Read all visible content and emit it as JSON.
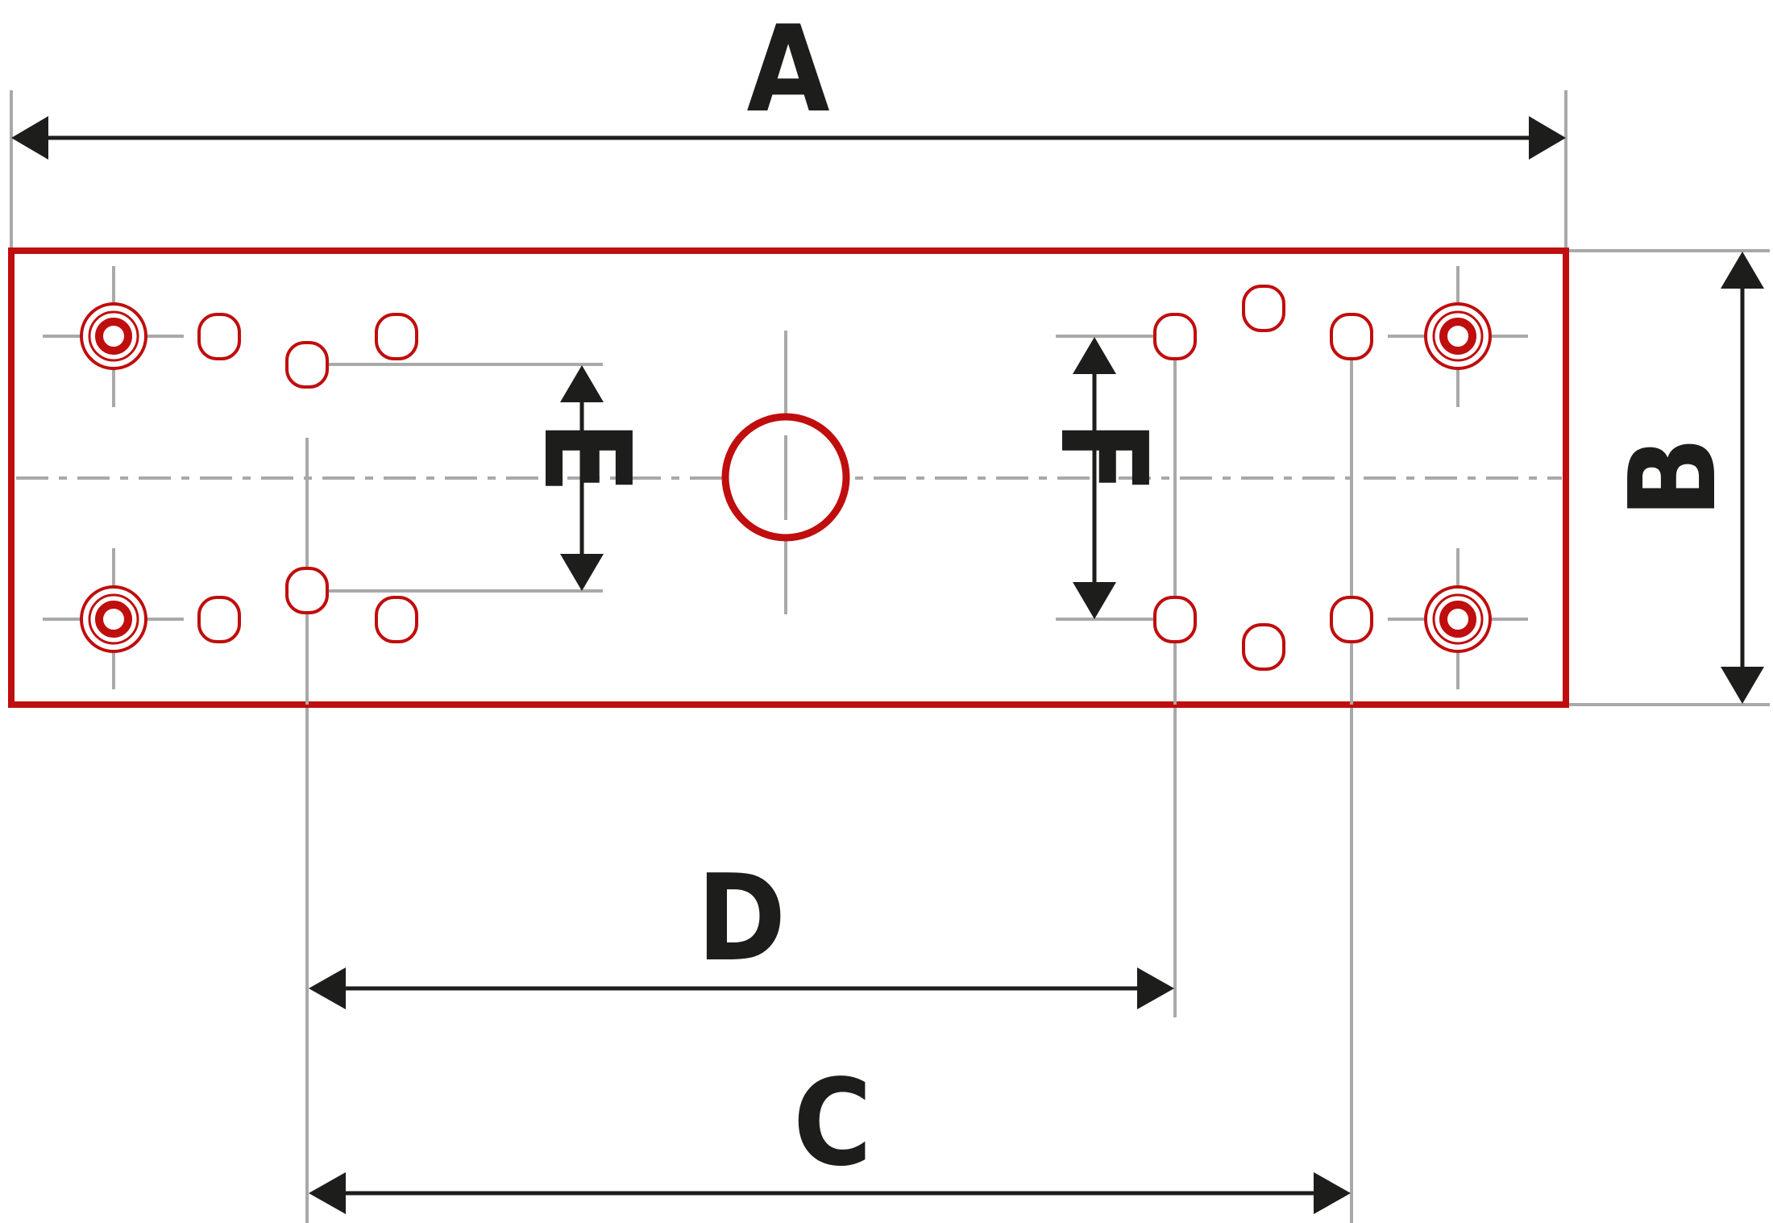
{
  "colors": {
    "plate_outline": "#c00d0d",
    "holes": "#c00d0d",
    "dimension_lines": "#1d1d1b",
    "guide_lines": "#a9a9a9",
    "background": "#ffffff"
  },
  "dimensions": {
    "a": "A",
    "b": "B",
    "c": "C",
    "d": "D",
    "e": "E",
    "f": "F"
  }
}
